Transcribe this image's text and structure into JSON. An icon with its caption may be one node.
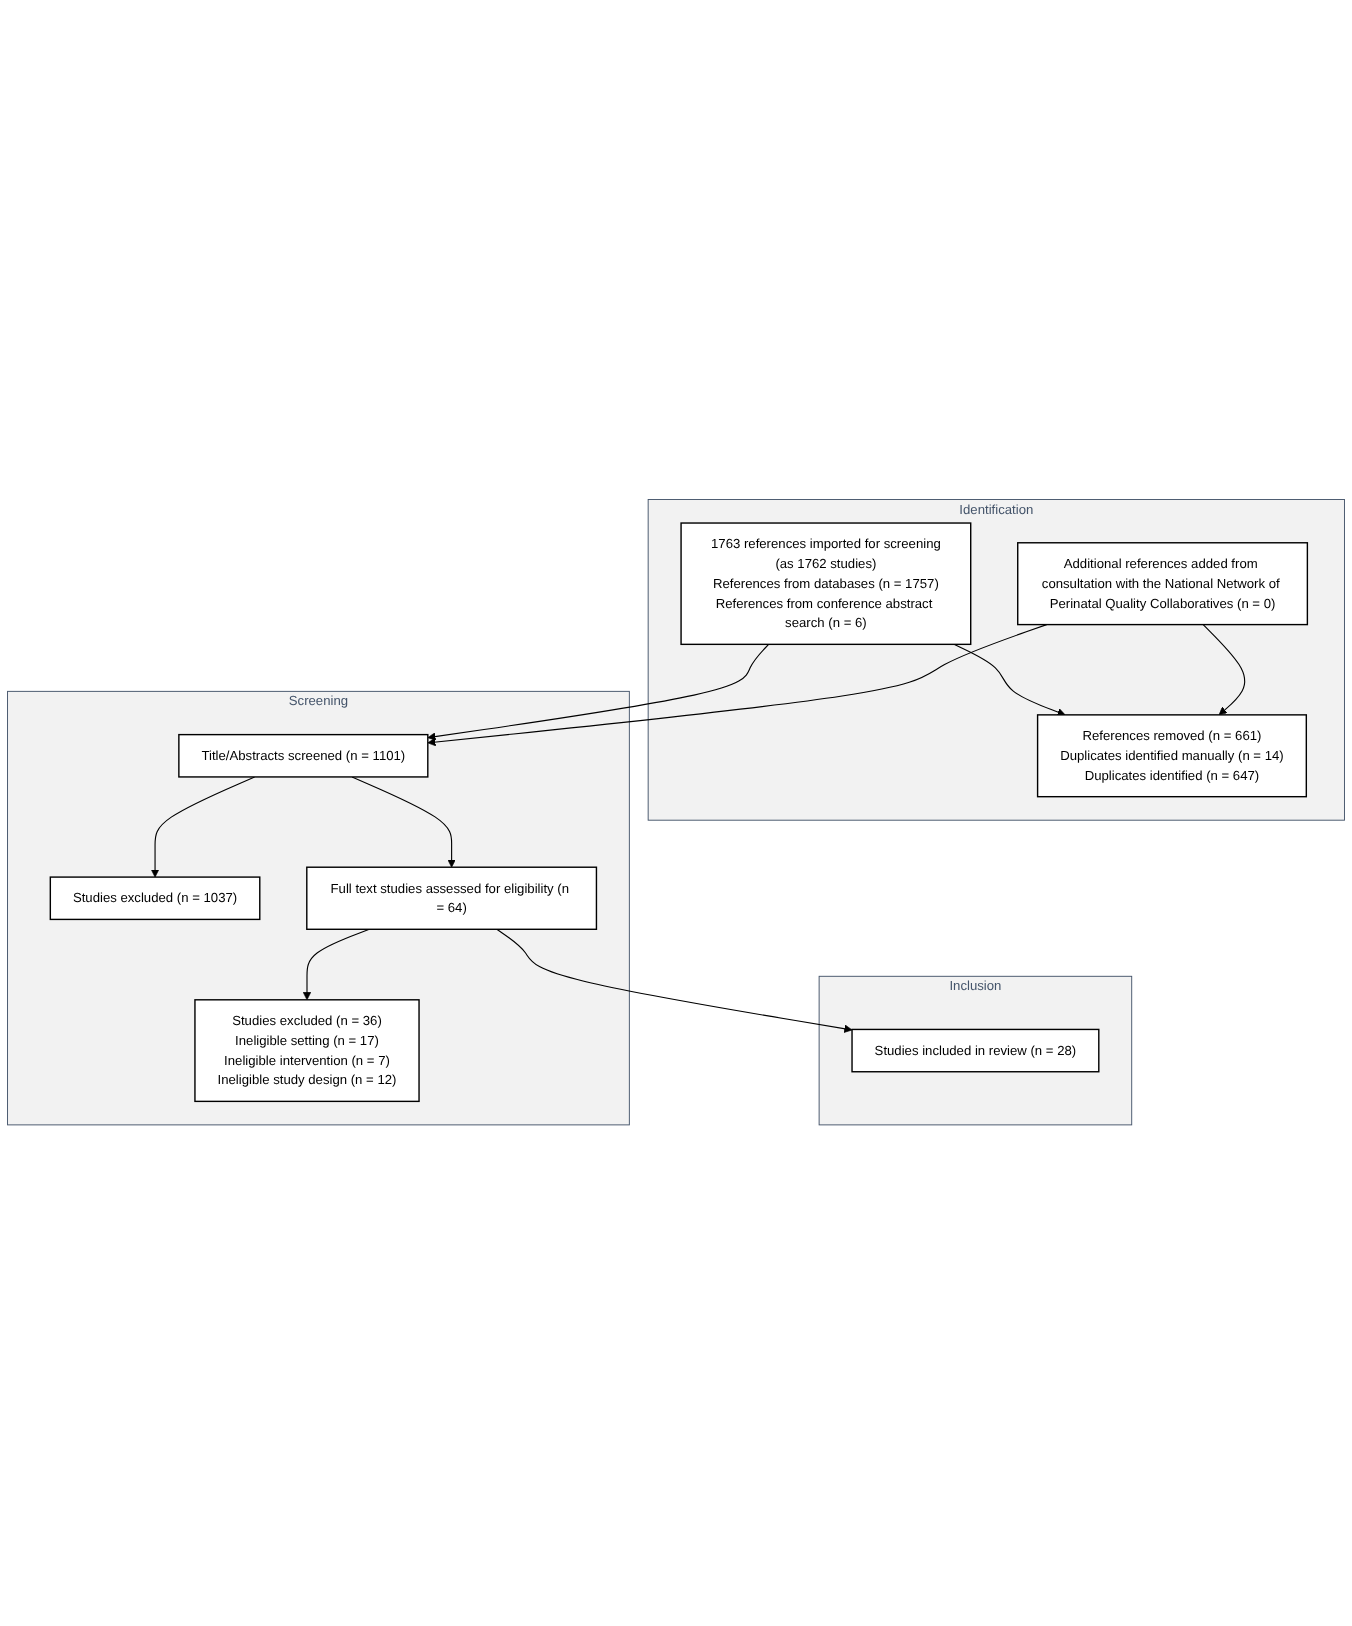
{
  "diagram": {
    "nodes": [
      {
        "text": [
          "Identification"
        ]
      },
      {
        "text": [
          "1763 references imported for screening",
          "(as 1762 studies)",
          "References from databases (n = 1757)",
          "References from conference abstract search (n = 6)"
        ],
        "in": 0
      },
      {
        "text": [
          "Additional references added from consultation with the National Network of Perinatal Quality Collaboratives (n = 0)"
        ],
        "in": 0
      },
      {
        "text": [
          "References removed (n = 661)",
          "Duplicates identified manually (n = 14)",
          "Duplicates identified (n = 647)"
        ],
        "in": 0
      },
      {
        "text": [
          "Screening"
        ]
      },
      {
        "text": [
          "Title/Abstracts screened (n = 1101)"
        ],
        "in": 4
      },
      {
        "text": [
          "Studies excluded (n = 1037)"
        ],
        "in": 4
      },
      {
        "text": [
          "Full text studies assessed for eligibility (n = 64)"
        ],
        "in": 4
      },
      {
        "text": [
          "Studies excluded (n = 36)",
          "Ineligible setting (n = 17)",
          "Ineligible intervention (n = 7)",
          "Ineligible study design (n = 12)"
        ],
        "in": 4
      },
      {
        "text": [
          "Inclusion"
        ]
      },
      {
        "text": [
          "Studies included in review (n = 28)"
        ],
        "in": 9
      }
    ],
    "edges": [
      {
        "from": 1,
        "to": 3,
        "arrow": "to"
      },
      {
        "from": 2,
        "to": 3,
        "arrow": "to"
      },
      {
        "from": 1,
        "to": 5,
        "arrow": "to"
      },
      {
        "from": 2,
        "to": 5,
        "arrow": "to"
      },
      {
        "from": 5,
        "to": 6,
        "arrow": "to"
      },
      {
        "from": 5,
        "to": 7,
        "arrow": "to"
      },
      {
        "from": 7,
        "to": 8,
        "arrow": "to"
      },
      {
        "from": 7,
        "to": 10,
        "arrow": "to"
      }
    ]
  }
}
